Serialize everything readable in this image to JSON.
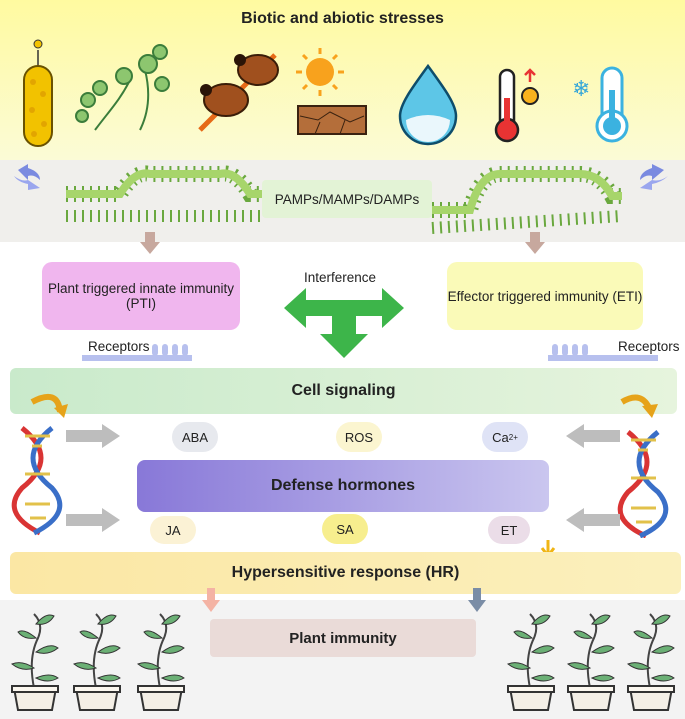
{
  "title": "Biotic and abiotic stresses",
  "membrane_label": "PAMPs/MAMPs/DAMPs",
  "pti": "Plant triggered innate immunity (PTI)",
  "eti": "Effector triggered immunity (ETI)",
  "interference": "Interference",
  "receptors_left": "Receptors",
  "receptors_right": "Receptors",
  "cell_signaling": "Cell signaling",
  "defense_hormones": "Defense hormones",
  "hormones": {
    "aba": "ABA",
    "ros": "ROS",
    "ca": "Ca",
    "ca_sup": "2+",
    "ja": "JA",
    "sa": "SA",
    "et": "ET"
  },
  "hr": "Hypersensitive response (HR)",
  "plant_immunity": "Plant immunity",
  "stress_icons": [
    "bacterium-icon",
    "fungus-icon",
    "insect-icon",
    "sun-icon",
    "dry-soil-icon",
    "water-drop-icon",
    "heat-thermometer-icon",
    "cold-thermometer-icon"
  ],
  "colors": {
    "pti": "#f0b6ee",
    "eti": "#fafab8",
    "cell": "#c9eacb",
    "hormones": "#8878d8",
    "hr": "#fbe7a4",
    "immunity": "#eadbd8"
  }
}
